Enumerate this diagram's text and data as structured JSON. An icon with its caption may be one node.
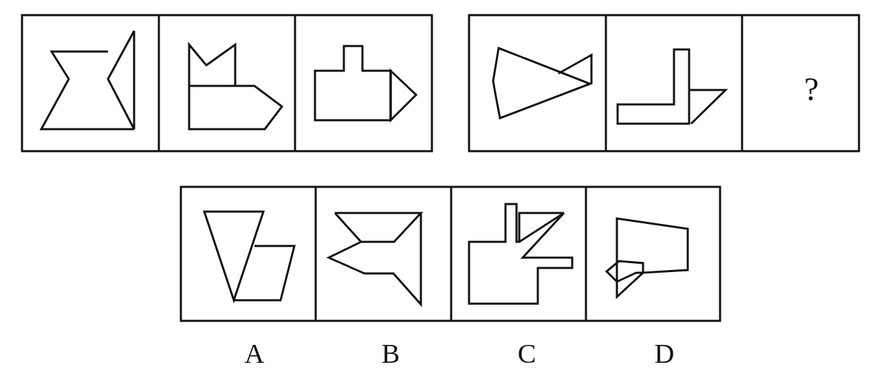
{
  "diagram": {
    "labels": [
      "?",
      "A",
      "B",
      "C",
      "D"
    ]
  }
}
